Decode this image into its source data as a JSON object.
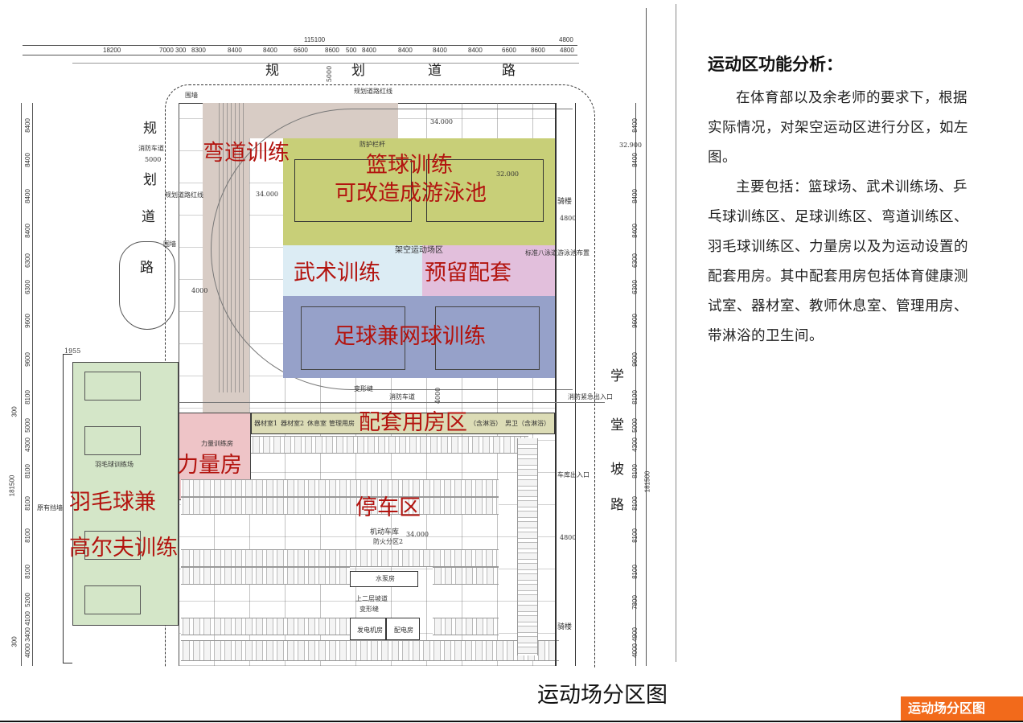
{
  "plan": {
    "zones": {
      "curve_track": "弯道训练",
      "basketball_1": "篮球训练",
      "basketball_2": "可改造成游泳池",
      "martial_arts": "武术训练",
      "reserved": "预留配套",
      "football": "足球兼网球训练",
      "ancillary": "配套用房区",
      "strength": "力量房",
      "parking": "停车区",
      "badminton_1": "羽毛球兼",
      "badminton_2": "高尔夫训练"
    },
    "zone_colors": {
      "curve_track": "#d8ccc5",
      "basketball": "#c8cf78",
      "martial_arts": "#dcecf4",
      "reserved": "#e2bfdc",
      "football": "#96a1c9",
      "strength": "#eec4c7",
      "badminton": "#d4e6c8",
      "ancillary": "#dcdcb6",
      "label_red": "#b3140f"
    },
    "roads": {
      "top": [
        "规",
        "划",
        "道",
        "路"
      ],
      "left": [
        "规",
        "划",
        "道",
        "路"
      ],
      "right": [
        "学",
        "堂",
        "坡",
        "路"
      ]
    },
    "dims": {
      "total_top": "115100",
      "top_right": "4800",
      "top_row": [
        "18200",
        "7000",
        "300",
        "8300",
        "8400",
        "8400",
        "6600",
        "8600",
        "500",
        "8400",
        "8400",
        "8400",
        "8400",
        "6600",
        "8600",
        "4800"
      ],
      "total_left": "181500",
      "left_col": [
        "8400",
        "8400",
        "8400",
        "8400",
        "6300",
        "6300",
        "9600",
        "9600",
        "8100",
        "5000",
        "4300",
        "8100",
        "8100",
        "8100",
        "8100",
        "5200",
        "4100",
        "3400",
        "4000"
      ],
      "right_col": [
        "8400",
        "8400",
        "8400",
        "8400",
        "6300",
        "6300",
        "9600",
        "9600",
        "8100",
        "5000",
        "4300",
        "8100",
        "8100",
        "8100",
        "8100",
        "7800",
        "4900",
        "4000"
      ],
      "total_right": "181500",
      "left_small_1": "300",
      "left_small_2": "300",
      "road_width": "5000",
      "fire_lane_width": "4000",
      "left_offset": "1955",
      "side_width": "4800",
      "side_width_2": "4800",
      "track_width": "4000"
    },
    "labels": {
      "elevated_area": "架空运动场区",
      "garage": "机动车库",
      "fire_zone": "防火分区2",
      "elev_1": "34.000",
      "elev_2": "34.000",
      "elev_3": "32.000",
      "elev_4": "34.000",
      "elev_5": "32.900",
      "pump_room": "水泵房",
      "generator_room": "发电机房",
      "power_room": "配电房",
      "ramp": "上二层坡道",
      "expansion_joint": "变形缝",
      "expansion_joint_2": "变形缝",
      "fire_lane": "消防车道",
      "fire_exit": "消防紧急出入口",
      "garage_exit": "车库出入口",
      "arcade_1": "骑楼",
      "arcade_2": "骑楼",
      "equip_1": "器材室1",
      "equip_2": "器材室2",
      "rest_room": "休息室",
      "admin_room": "管理用房",
      "mens_wc": "男卫（含淋浴）",
      "wc_2": "（含淋浴）",
      "badminton_court": "羽毛球训练场",
      "strength_room": "力量训练房",
      "red_line": "规划道路红线",
      "red_line_2": "规划道路红线",
      "wall": "围墙",
      "wall_2": "围墙",
      "fire_road": "消防车道",
      "fire_road_w": "5000",
      "guardrail": "防护栏杆",
      "pool_layout": "标准八泳道游泳池布置",
      "existing_wall": "原有挡墙"
    },
    "caption": "运动场分区图"
  },
  "panel": {
    "title": "运动区功能分析：",
    "paragraphs": [
      "在体育部以及余老师的要求下，根据实际情况，对架空运动区进行分区，如左图。",
      "主要包括：篮球场、武术训练场、乒乓球训练区、足球训练区、弯道训练区、羽毛球训练区、力量房以及为运动设置的配套用房。其中配套用房包括体育健康测试室、器材室、教师休息室、管理用房、带淋浴的卫生间。"
    ]
  },
  "badge": {
    "label": "运动场分区图",
    "color": "#f26a1b"
  }
}
